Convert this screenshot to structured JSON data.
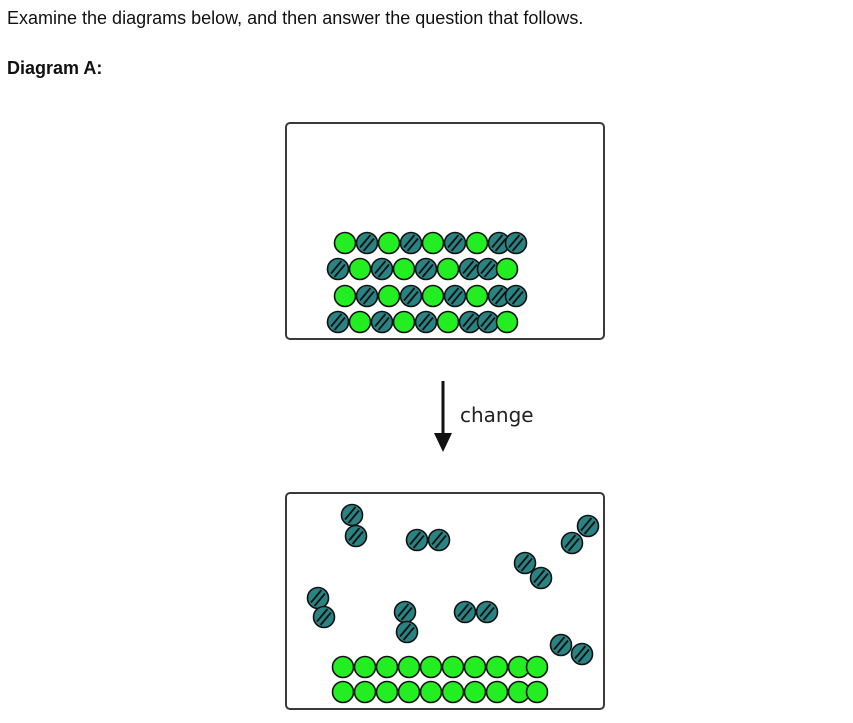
{
  "question": {
    "intro": "Examine the diagrams below, and then answer the question that follows.",
    "diagram_label": "Diagram A:"
  },
  "diagram": {
    "arrow_label": "change",
    "colors": {
      "green_particle": "#22ee22",
      "teal_particle": "#2a8383",
      "outline": "#111111",
      "box_border": "#3a3a3a"
    }
  }
}
